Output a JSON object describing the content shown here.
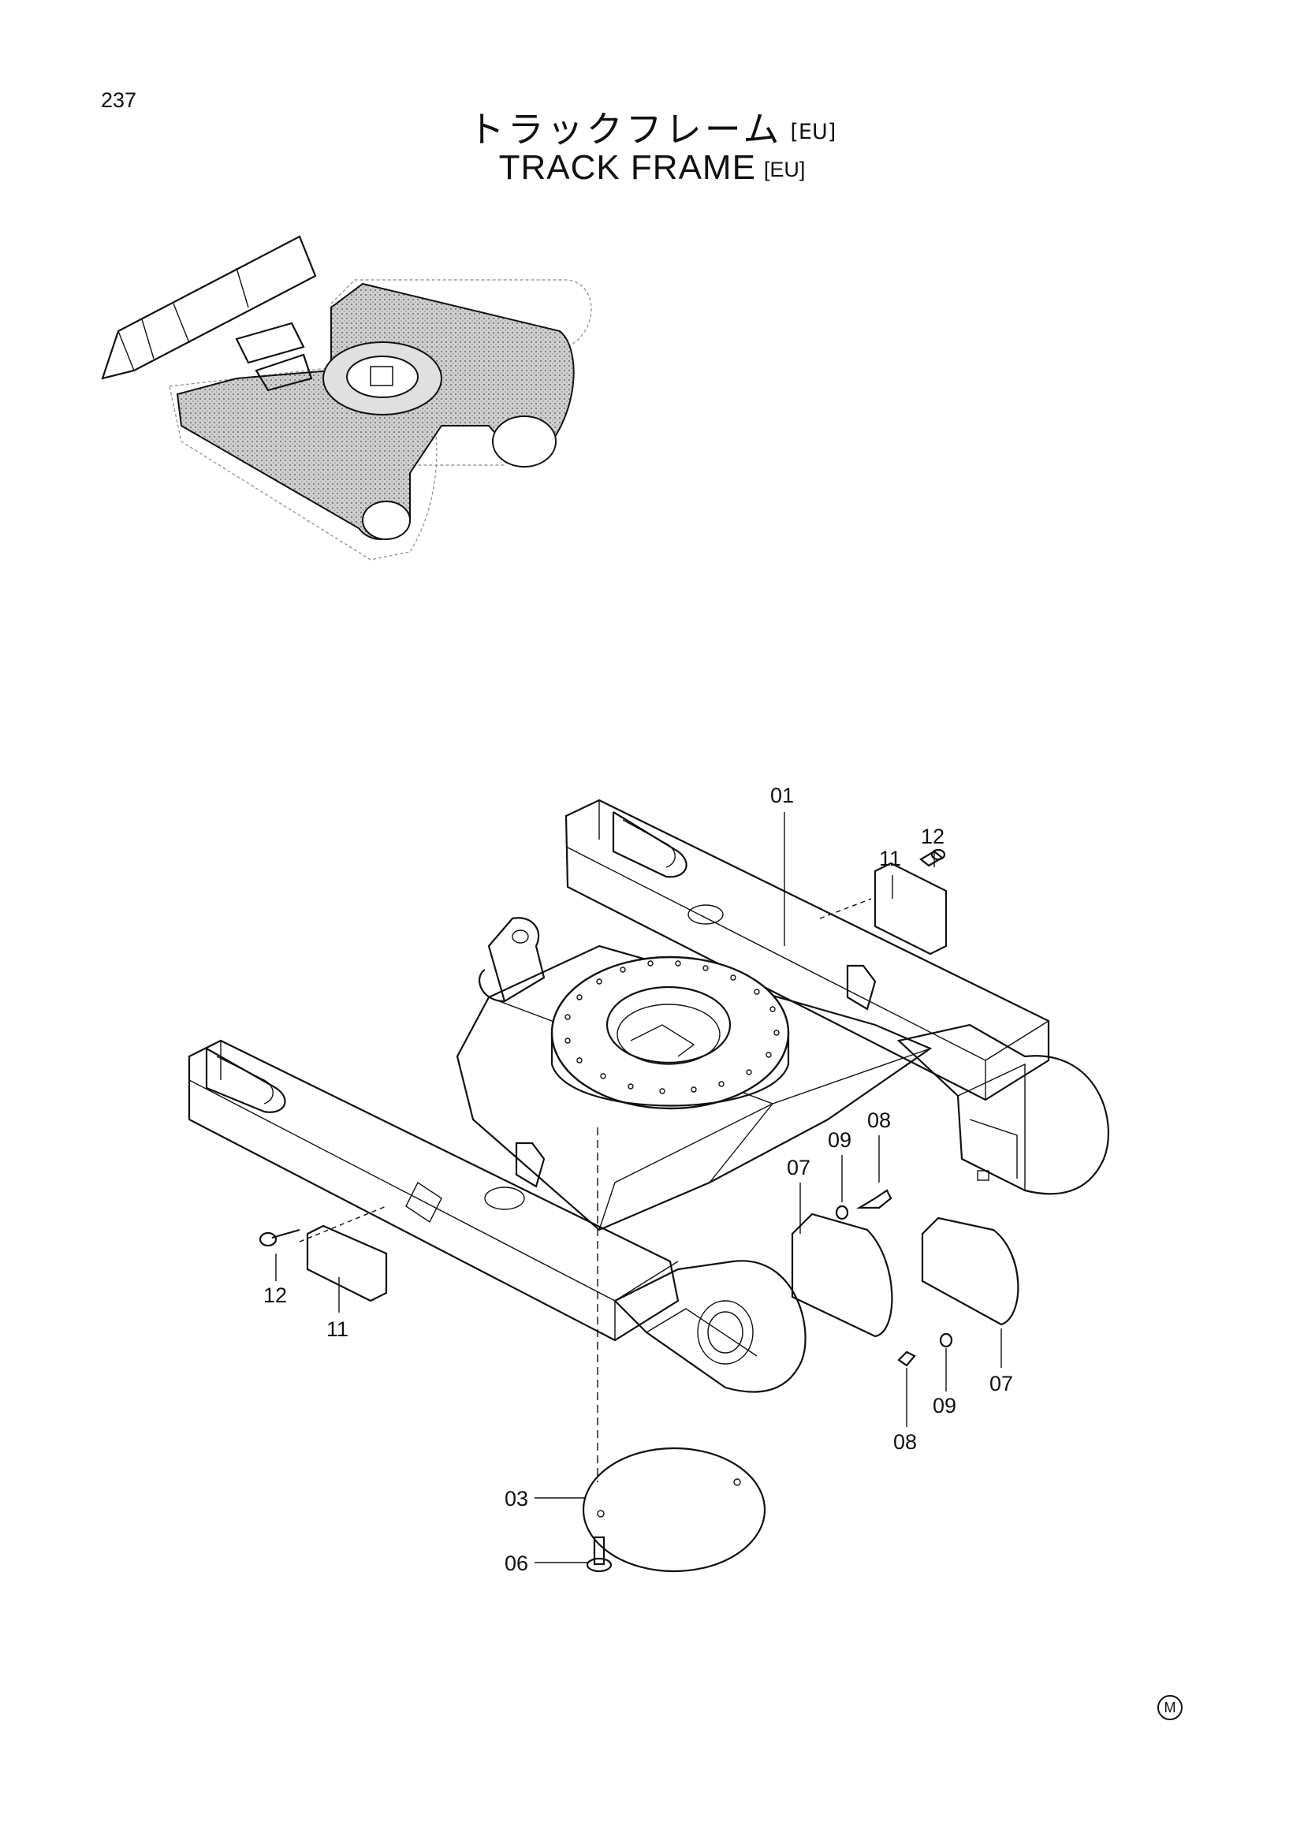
{
  "page_number": "237",
  "title": {
    "jp": "トラックフレーム",
    "en": "TRACK FRAME",
    "variant_tag": "[EU]"
  },
  "callouts": {
    "c01": "01",
    "c03": "03",
    "c06": "06",
    "c07a": "07",
    "c07b": "07",
    "c08a": "08",
    "c08b": "08",
    "c09a": "09",
    "c09b": "09",
    "c11a": "11",
    "c11b": "11",
    "c12a": "12",
    "c12b": "12"
  },
  "corner_mark": "M"
}
